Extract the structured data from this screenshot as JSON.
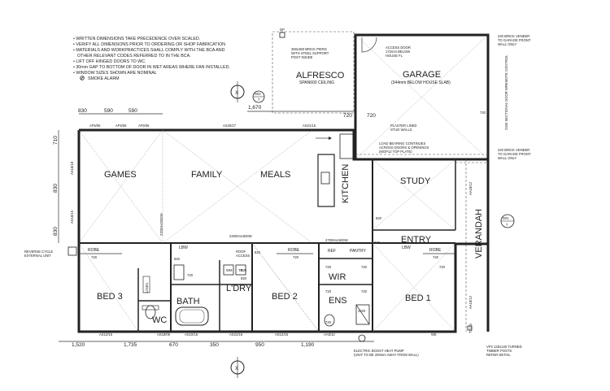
{
  "notes": [
    "WRITTEN DIMENSIONS TAKE PRECEDENCE OVER SCALED.",
    "VERIFY ALL DIMENSIONS PRIOR TO ORDERING OR SHOP FABRICATION",
    "MATERIALS AND WORKPRACTICES SHALL COMPLY WITH THE BCA AND",
    "OTHER RELEVANT CODES REFERRED TO IN THE BCA.",
    "LIFT OFF HINGED DOORS TO WC.",
    "30mm GAP TO BOTTOM OF DOOR IN WET AREAS WHERE FAN INSTALLED.",
    "WINDOW SIZES SHOWN ARE NOMINAL"
  ],
  "smoke_alarm": "SMOKE ALARM",
  "rooms": {
    "alfresco": "ALFRESCO",
    "alfresco_sub": "SPAN600 CEILING",
    "garage": "GARAGE",
    "garage_sub": "(344mm BELOW HOUSE SLAB)",
    "games": "GAMES",
    "family": "FAMILY",
    "meals": "MEALS",
    "kitchen": "KITCHEN",
    "study": "STUDY",
    "entry": "ENTRY",
    "verandah": "VERANDAH",
    "bed3": "BED 3",
    "bath": "BATH",
    "ldry": "L'DRY",
    "wc": "WC",
    "bed2": "BED 2",
    "wir": "WIR",
    "ens": "ENS",
    "bed1": "BED 1"
  },
  "annotations": {
    "brick_piers": "350x350 BRICK PIERS WITH STEEL SUPPORT POST INSIDE",
    "access_door": "ACCESS DOOR 172mm BELOW HOUSE FL",
    "veneer_top": "220 BRICK VENEER TO GARAGE FRONT WALL ONLY",
    "veneer_mid": "220 BRICK VENEER TO GARAGE FRONT WALL ONLY",
    "sectional_door": "2340 SECTIONAL DOOR WREMOTE CONTROL",
    "plaster_lined": "PLASTER LINED STUD WALLS",
    "load_bearing": "LOAD BEARING CONTINUES ACROSS DOORS & OPENINGS (MGP12 TOP PLATE)",
    "reverse_cycle": "REVERSE CYCLE EXTERNAL UNIT",
    "heat_pump": "ELECTRIC BOOST HEAT PUMP (UNIT TO BE 200mm AWAY FROM WALL)",
    "vp2": "VP2 125x125 TURNED TIMBER POSTS REFER DETAIL",
    "opening": "2200Hx1600W",
    "opening2": "2200Hx2000W",
    "opening3": "2700Hx1600W",
    "robe": "ROBE",
    "linen": "LINEN",
    "lbw": "LBW",
    "ref": "REF",
    "pantry": "PANTRY",
    "roof_access": "ROOF ACCESS",
    "dp": "DP",
    "wm": "WM",
    "trough": "TR",
    "rr": "RR",
    "sections": {
      "x_top": "X",
      "x_bottom": "X",
      "d02": "D02",
      "d02_n": "7",
      "d01": "D01",
      "d01_n": "7"
    }
  },
  "windows": {
    "af_left": "AF5/06",
    "af_mid": "AF5/06",
    "af_right": "AF5/06",
    "as20_27": "AS20/27",
    "as21_15": "AS21/15",
    "as18_18": "AS18/18",
    "as18_15": "AS18/15",
    "as18_12": "AS18/12",
    "as21_15_b": "AS21/15",
    "as18_06": "AS18/06",
    "as10_15": "AS10/15",
    "as21_18": "AS21/18",
    "as12_15": "AS12/15",
    "aa5_12": "AA5/12",
    "aa18_12": "AA18/12",
    "aa18_12_b": "AA18/12",
    "t2124": "T2124",
    "we": "WE",
    "as12_15_b": "AS12/15"
  },
  "dimensions": {
    "top": [
      "830",
      "590",
      "590"
    ],
    "top_gap": "1,670",
    "top_720a": "720",
    "top_720b": "720",
    "left": [
      "710",
      "830",
      "830"
    ],
    "bottom": [
      "1,520",
      "1,735",
      "670",
      "350",
      "950",
      "1,190"
    ],
    "robe_720": "720",
    "robe_720b": "720",
    "bath_720": "720",
    "room_920": "920",
    "room_820": "820",
    "room_820b": "820",
    "room_720": "720",
    "room_720b": "720",
    "room_920b": "920",
    "room_820c": "820",
    "room_720c": "720",
    "ens_720": "720",
    "ens_1220": "1220",
    "study_820": "820",
    "ens_720b": "720",
    "bed1_720": "720",
    "robe_720c": "720",
    "garage_720": "720"
  }
}
